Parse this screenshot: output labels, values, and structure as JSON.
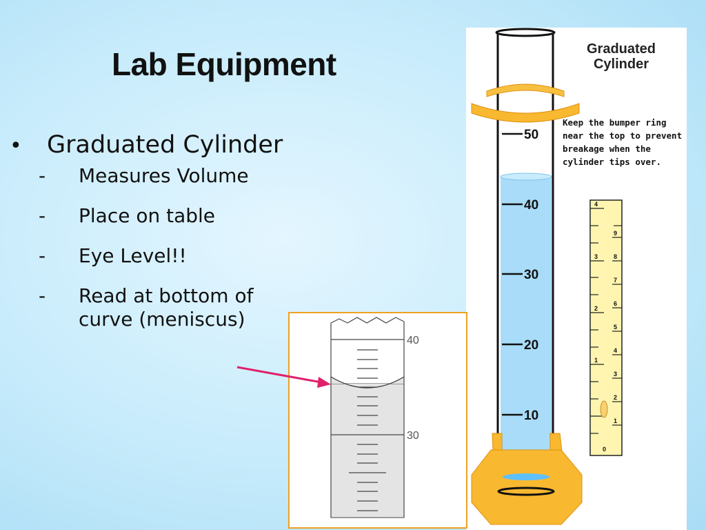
{
  "slide": {
    "title": "Lab Equipment",
    "bullet": "Graduated Cylinder",
    "subitems": [
      {
        "dash": "-",
        "text": "Measures Volume"
      },
      {
        "dash": "-",
        "text": "Place on table"
      },
      {
        "dash": "-",
        "text": "Eye Level!!"
      },
      {
        "dash": "-",
        "text": "Read at bottom of curve (meniscus)"
      }
    ]
  },
  "cylinder_figure": {
    "title": "Graduated Cylinder",
    "note": "Keep the bumper ring near the top to prevent breakage when the cylinder tips over.",
    "scale_labels": [
      "50",
      "40",
      "30",
      "20",
      "10"
    ],
    "ruler_labels": [
      "4",
      "9",
      "8",
      "3",
      "7",
      "6",
      "2",
      "5",
      "4",
      "3",
      "1",
      "2",
      "1",
      "0"
    ],
    "colors": {
      "liquid": "#a8dcf8",
      "bumper": "#f8b830",
      "ruler": "#fff5b0"
    }
  },
  "meniscus_figure": {
    "labels": [
      "40",
      "30"
    ],
    "colors": {
      "border": "#f0a020",
      "liquid": "#e4e4e4",
      "arrow": "#e0206a"
    }
  }
}
